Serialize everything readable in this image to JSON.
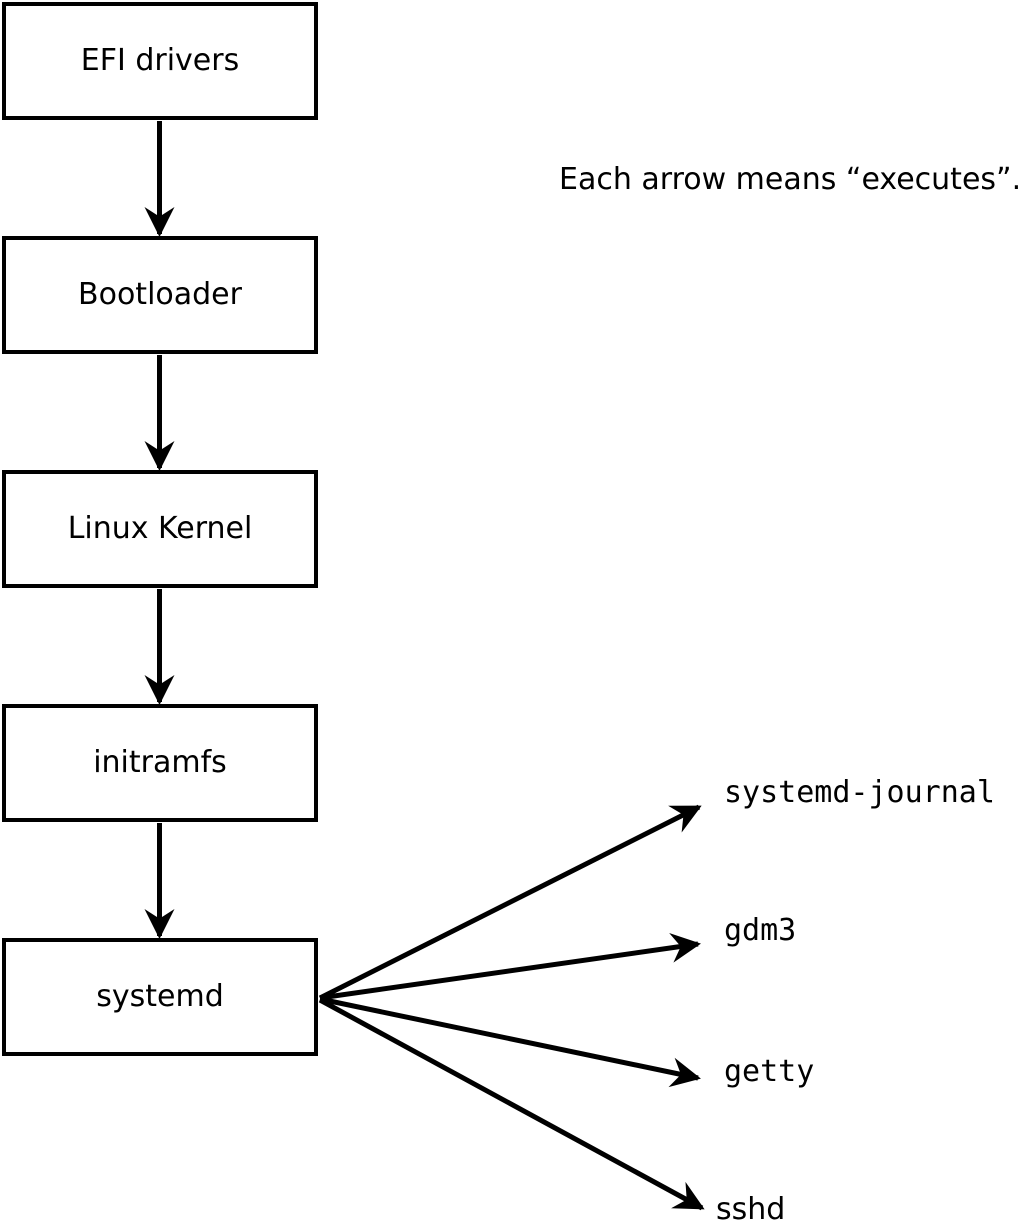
{
  "diagram": {
    "note": "Each arrow means “executes”.",
    "arrow_relation": "executes",
    "chain": [
      {
        "label": "EFI drivers"
      },
      {
        "label": "Bootloader"
      },
      {
        "label": "Linux Kernel"
      },
      {
        "label": "initramfs"
      },
      {
        "label": "systemd"
      }
    ],
    "spawned": [
      {
        "label": "systemd-journal"
      },
      {
        "label": "gdm3"
      },
      {
        "label": "getty"
      },
      {
        "label": "sshd"
      }
    ],
    "colors": {
      "background": "#ffffff",
      "box_fill": "#ffffff",
      "line": "#000000",
      "text": "#000000"
    }
  }
}
